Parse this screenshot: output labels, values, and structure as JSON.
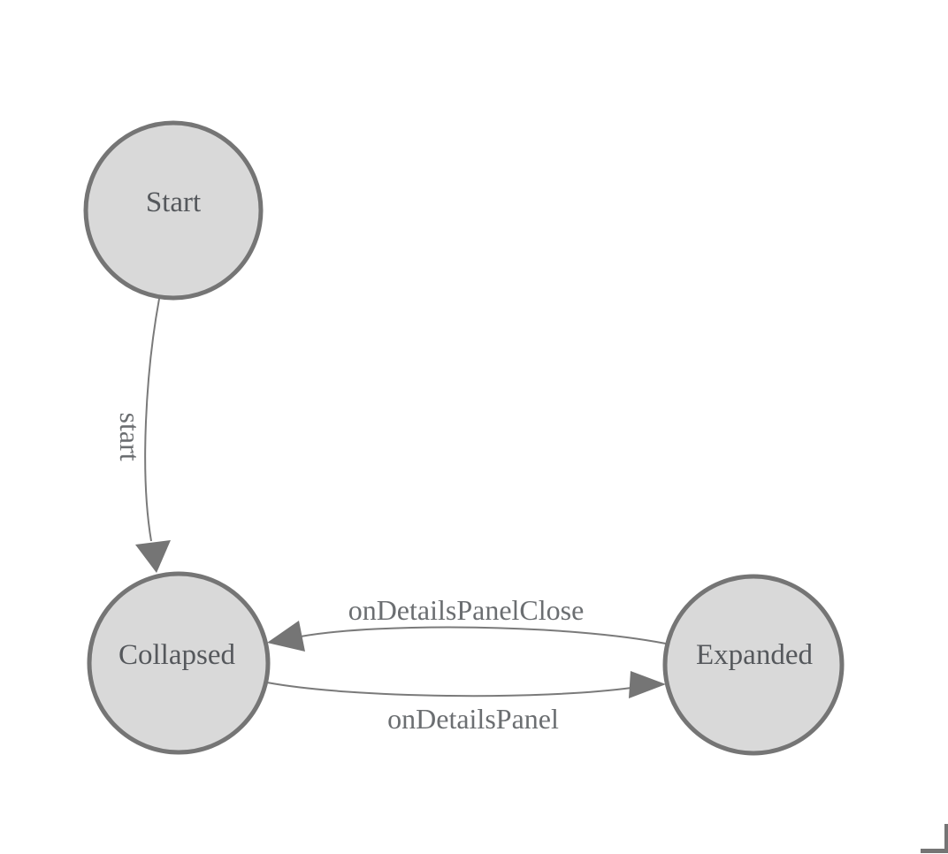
{
  "diagram": {
    "kind": "state-machine",
    "background": "#ffffff",
    "colors": {
      "node_fill": "#d9d9d9",
      "node_stroke": "#757575",
      "edge_stroke": "#7a7a7a",
      "arrow_fill": "#757575",
      "state_label_color": "#55585c",
      "edge_label_color": "#6b6e71",
      "corner_mark_color": "#757575"
    },
    "states": [
      {
        "id": "start",
        "label": "Start"
      },
      {
        "id": "collapsed",
        "label": "Collapsed"
      },
      {
        "id": "expanded",
        "label": "Expanded"
      }
    ],
    "transitions": [
      {
        "from": "Start",
        "to": "Collapsed",
        "label": "start"
      },
      {
        "from": "Expanded",
        "to": "Collapsed",
        "label": "onDetailsPanelClose"
      },
      {
        "from": "Collapsed",
        "to": "Expanded",
        "label": "onDetailsPanel"
      }
    ]
  }
}
